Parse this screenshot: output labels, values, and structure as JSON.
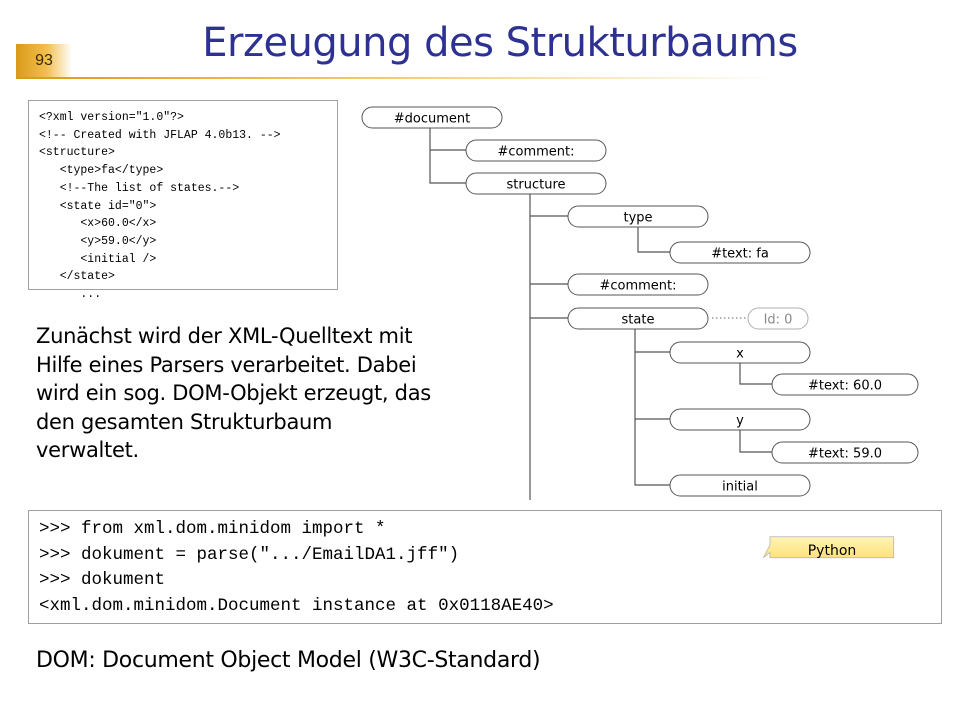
{
  "slide_number": "93",
  "title": "Erzeugung des Strukturbaums",
  "xml_source_lines": [
    "<?xml version=\"1.0\"?>",
    "<!-- Created with JFLAP 4.0b13. -->",
    "<structure>",
    "   <type>fa</type>",
    "   <!--The list of states.-->",
    "   <state id=\"0\">",
    "      <x>60.0</x>",
    "      <y>59.0</y>",
    "      <initial />",
    "   </state>",
    "      ..."
  ],
  "tree": {
    "document": "#document",
    "comment_1": "#comment:",
    "structure": "structure",
    "type": "type",
    "text_fa": "#text: fa",
    "comment_2": "#comment:",
    "state": "state",
    "state_id": "Id: 0",
    "x": "x",
    "text_x": "#text: 60.0",
    "y": "y",
    "text_y": "#text: 59.0",
    "initial": "initial"
  },
  "description_lines": [
    "Zunächst wird der XML-Quelltext mit",
    "Hilfe eines Parsers verarbeitet. Dabei",
    "wird ein sog. DOM-Objekt erzeugt, das",
    "den gesamten Strukturbaum",
    "verwaltet."
  ],
  "python_lines": [
    ">>> from xml.dom.minidom import *",
    ">>> dokument = parse(\".../EmailDA1.jff\")",
    ">>> dokument",
    "<xml.dom.minidom.Document instance at 0x0118AE40>"
  ],
  "python_callout": "Python",
  "footer": "DOM: Document Object Model (W3C-Standard)",
  "colors": {
    "title": "#2d3192",
    "accent_orange": "#e8a820",
    "node_fill": "#ffffff",
    "node_stroke": "#555555",
    "callout_fill": "#ffeb99"
  }
}
